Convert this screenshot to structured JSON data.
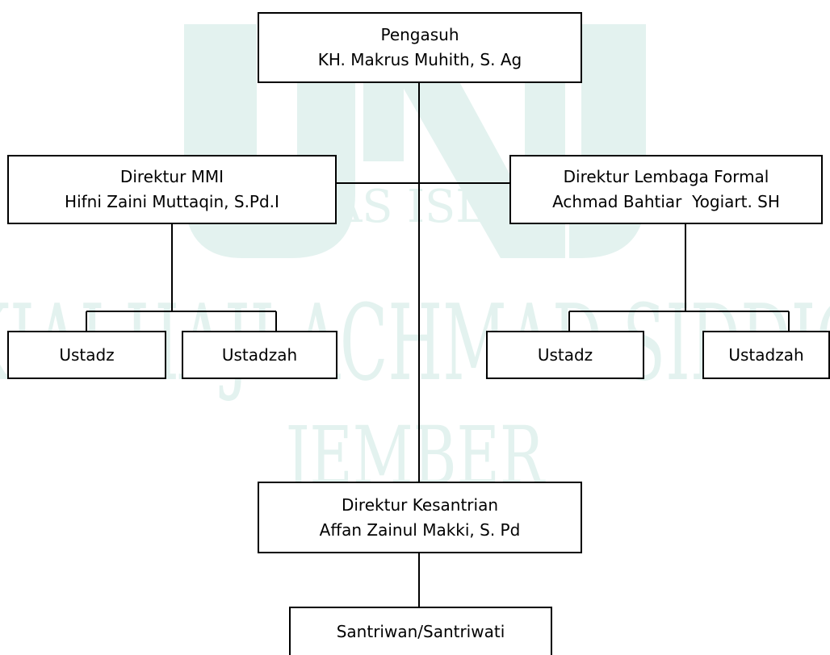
{
  "org_chart": {
    "pengasuh": {
      "title": "Pengasuh",
      "name": "KH. Makrus Muhith, S. Ag"
    },
    "direktur_mmi": {
      "title": "Direktur MMI",
      "name": "Hifni Zaini Muttaqin, S.Pd.I"
    },
    "direktur_formal": {
      "title": "Direktur Lembaga Formal",
      "name": "Achmad Bahtiar  Yogiart. SH"
    },
    "mmi_staff": [
      "Ustadz",
      "Ustadzah"
    ],
    "formal_staff": [
      "Ustadz",
      "Ustadzah"
    ],
    "direktur_kesantrian": {
      "title": "Direktur Kesantrian",
      "name": "Affan Zainul Makki, S. Pd"
    },
    "santri": "Santriwan/Santriwati"
  },
  "watermark": {
    "line1": "UNIVERSITAS ISLAM NEGERI",
    "line2": "KIAI HAJI ACHMAD SIDDIQ",
    "line3": "JEMBER",
    "color": "#e3f2ef"
  },
  "colors": {
    "line": "#000000",
    "box_border": "#000000"
  }
}
